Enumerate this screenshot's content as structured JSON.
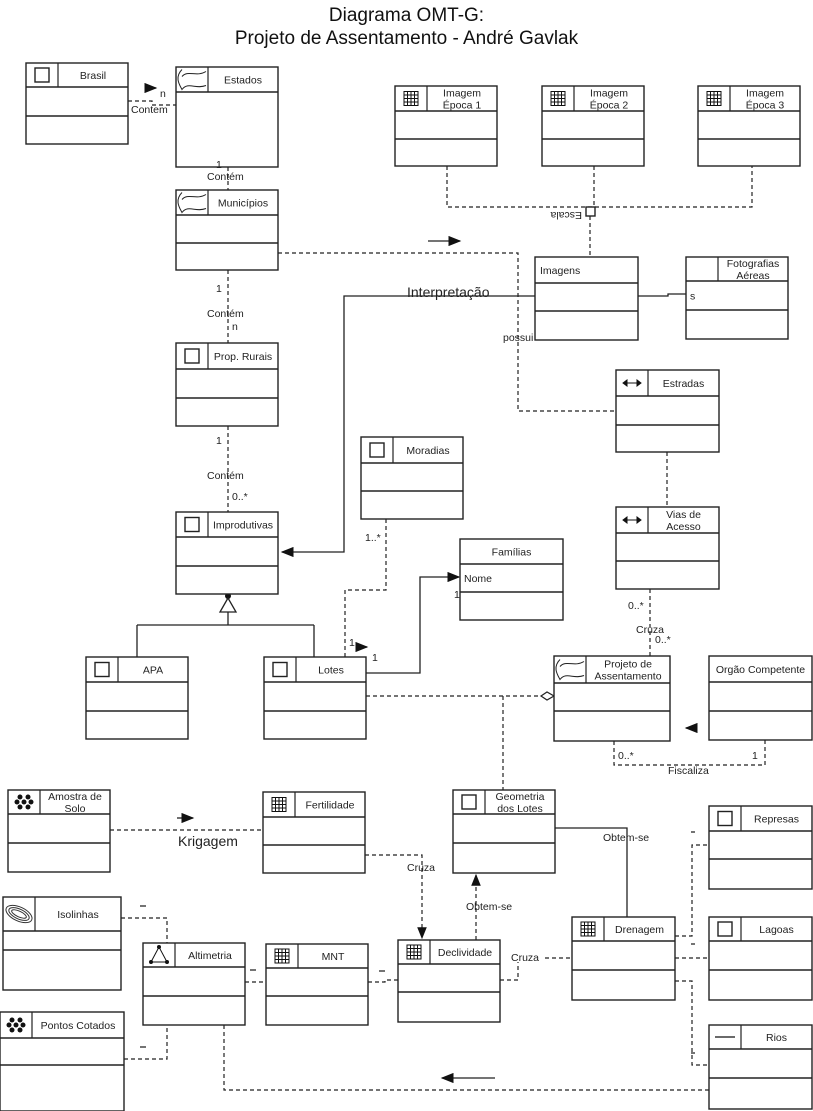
{
  "title": {
    "line1": "Diagrama OMT-G:",
    "line2": "Projeto de Assentamento - André Gavlak"
  },
  "classes": [
    {
      "id": "brasil",
      "name": [
        "Brasil"
      ],
      "icon": "square-icon"
    },
    {
      "id": "estados",
      "name": [
        "Estados"
      ],
      "icon": "polygon-icon"
    },
    {
      "id": "municipios",
      "name": [
        "Municípios"
      ],
      "icon": "polygon-icon"
    },
    {
      "id": "prop",
      "name": [
        "Prop. Rurais"
      ],
      "icon": "square-icon"
    },
    {
      "id": "improd",
      "name": [
        "Improdutivas"
      ],
      "icon": "square-icon"
    },
    {
      "id": "apa",
      "name": [
        "APA"
      ],
      "icon": "square-icon"
    },
    {
      "id": "lotes",
      "name": [
        "Lotes"
      ],
      "icon": "square-icon"
    },
    {
      "id": "moradias",
      "name": [
        "Moradias"
      ],
      "icon": "square-icon"
    },
    {
      "id": "familias",
      "name": [
        "Famílias"
      ],
      "icon": "none",
      "attr": "Nome"
    },
    {
      "id": "img1",
      "name": [
        "Imagem",
        "Época 1"
      ],
      "icon": "grid-icon"
    },
    {
      "id": "img2",
      "name": [
        "Imagem",
        "Época 2"
      ],
      "icon": "grid-icon"
    },
    {
      "id": "img3",
      "name": [
        "Imagem",
        "Época 3"
      ],
      "icon": "grid-icon"
    },
    {
      "id": "imagens",
      "name": [
        "Imagens"
      ],
      "icon": "none"
    },
    {
      "id": "fotos",
      "name": [
        "Fotografias",
        "Aéreas"
      ],
      "icon": "empty-icon",
      "attr": "s"
    },
    {
      "id": "estradas",
      "name": [
        "Estradas"
      ],
      "icon": "double-arrow-icon"
    },
    {
      "id": "vias",
      "name": [
        "Vias de",
        "Acesso"
      ],
      "icon": "double-arrow-icon"
    },
    {
      "id": "projeto",
      "name": [
        "Projeto de",
        "Assentamento"
      ],
      "icon": "polygon-icon"
    },
    {
      "id": "orgao",
      "name": [
        "Orgão Competente"
      ],
      "icon": "none"
    },
    {
      "id": "amostra",
      "name": [
        "Amostra de",
        "Solo"
      ],
      "icon": "dots-icon"
    },
    {
      "id": "fert",
      "name": [
        "Fertilidade"
      ],
      "icon": "grid-icon"
    },
    {
      "id": "geom",
      "name": [
        "Geometria",
        "dos Lotes"
      ],
      "icon": "square-icon"
    },
    {
      "id": "represas",
      "name": [
        "Represas"
      ],
      "icon": "square-icon"
    },
    {
      "id": "isolinhas",
      "name": [
        "Isolinhas"
      ],
      "icon": "contour-icon"
    },
    {
      "id": "altimetria",
      "name": [
        "Altimetria"
      ],
      "icon": "tin-icon"
    },
    {
      "id": "mnt",
      "name": [
        "MNT"
      ],
      "icon": "grid-icon"
    },
    {
      "id": "decliv",
      "name": [
        "Declividade"
      ],
      "icon": "grid-icon"
    },
    {
      "id": "drenagem",
      "name": [
        "Drenagem"
      ],
      "icon": "grid-icon"
    },
    {
      "id": "lagoas",
      "name": [
        "Lagoas"
      ],
      "icon": "square-icon"
    },
    {
      "id": "pontos",
      "name": [
        "Pontos Cotados"
      ],
      "icon": "dots-icon"
    },
    {
      "id": "rios",
      "name": [
        "Rios"
      ],
      "icon": "line-icon"
    }
  ],
  "labels": {
    "contem": "Contem",
    "contem2": "Contém",
    "n": "n",
    "one": "1",
    "zero_many": "0..*",
    "one_many": "1..*",
    "interpretacao": "Interpretação",
    "possui": "possui",
    "escala": "Escala",
    "cruza": "Cruza",
    "fiscaliza": "Fiscaliza",
    "krigagem": "Krigagem",
    "obtem": "Obtem-se"
  }
}
